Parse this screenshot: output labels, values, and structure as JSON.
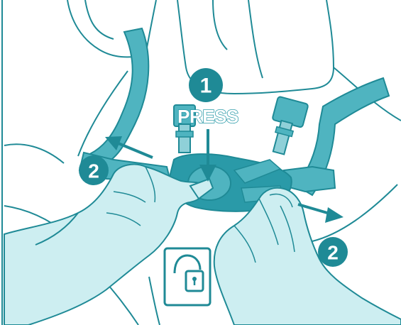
{
  "illustration": {
    "step_press": "1",
    "press_label": "PRESS",
    "step_pull_left": "2",
    "step_pull_right": "2",
    "icon": "unlock-padlock-icon"
  },
  "colors": {
    "outline": "#1f8a96",
    "teal_dark": "#2a9aa8",
    "teal_mid": "#4fb4c0",
    "teal_light": "#8fd0d8",
    "hand_fill": "#cdeef1",
    "badge_fill": "#1f8a96",
    "background": "#ffffff"
  }
}
